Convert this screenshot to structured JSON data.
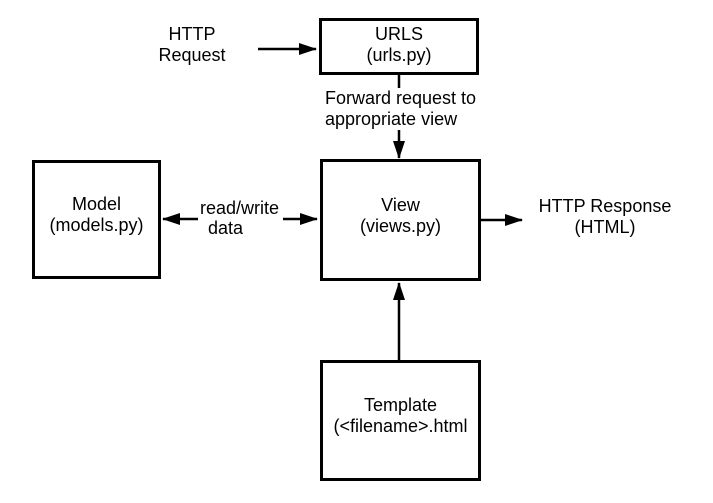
{
  "colors": {
    "stroke": "#000000",
    "background": "#ffffff",
    "box_fill": "#ffffff"
  },
  "boxes": {
    "urls": {
      "title": "URLS",
      "subtitle": "(urls.py)"
    },
    "model": {
      "title": "Model",
      "subtitle": "(models.py)"
    },
    "view": {
      "title": "View",
      "subtitle": "(views.py)"
    },
    "template": {
      "title": "Template",
      "subtitle": "(<filename>.html"
    }
  },
  "labels": {
    "http_request": {
      "line1": "HTTP",
      "line2": "Request"
    },
    "forward_request": {
      "line1": "Forward request to",
      "line2": "appropriate view"
    },
    "read_write": {
      "line1": "read/write",
      "line2": "data"
    },
    "http_response": {
      "line1": "HTTP Response",
      "line2": "(HTML)"
    }
  }
}
